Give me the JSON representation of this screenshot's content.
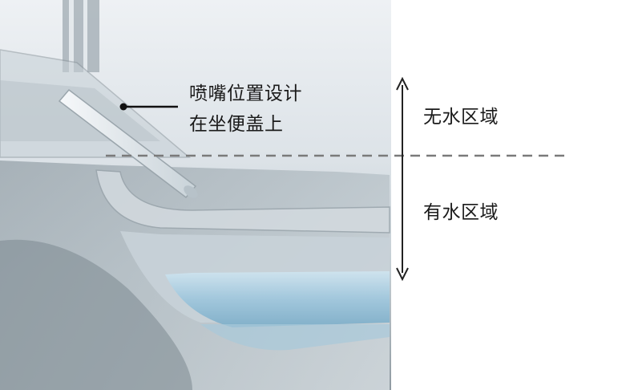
{
  "callout": {
    "line1": "喷嘴位置设计",
    "line2": "在坐便盖上"
  },
  "zones": {
    "dry": "无水区域",
    "wet": "有水区域"
  },
  "colors": {
    "photo_light": "#e9edf0",
    "photo_mid": "#b8c3ca",
    "photo_dark": "#6e7a82",
    "water": "#9fc6dc",
    "arrow": "#222222",
    "divider": "#7a7a7a"
  }
}
